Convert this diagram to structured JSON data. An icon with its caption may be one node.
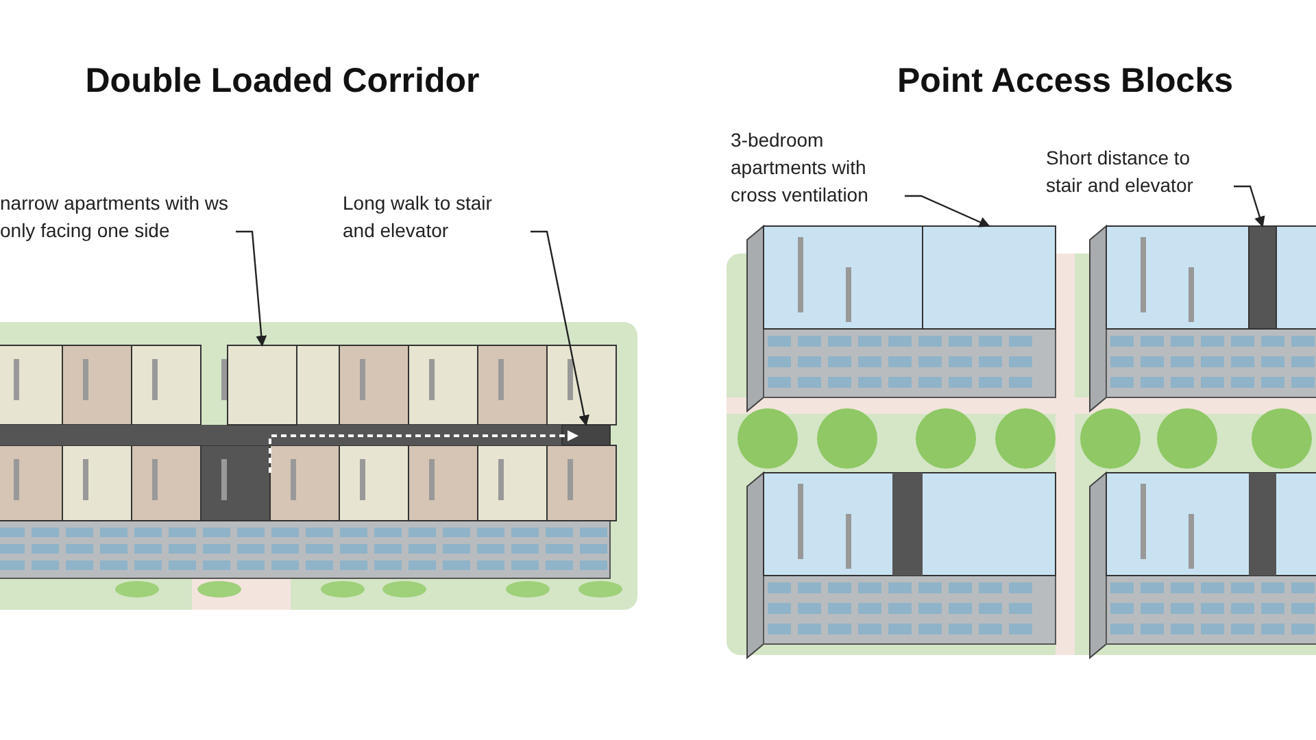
{
  "diagram": {
    "nodes": [
      {
        "text": [
          "narrow apartments with ws only facing one side"
        ]
      },
      {
        "text": [],
        "shape": "box"
      },
      {
        "text": [
          "Long walk to stair and elevator"
        ]
      },
      {
        "text": [],
        "shape": "box"
      },
      {
        "text": [
          "3-bedroom apartments with cross ventilation"
        ]
      },
      {
        "text": [],
        "shape": "box"
      },
      {
        "text": [
          "Short distance to stair and elevator"
        ]
      },
      {
        "text": [],
        "shape": "box"
      }
    ],
    "edges": [
      {
        "from": 0,
        "to": 1,
        "arrow": "to"
      },
      {
        "from": 2,
        "to": 3,
        "arrow": "to"
      },
      {
        "from": 4,
        "to": 5,
        "arrow": "to"
      },
      {
        "from": 6,
        "to": 7,
        "arrow": "to"
      }
    ],
    "labels": [
      "Double Loaded Corridor",
      "Point Access Blocks"
    ]
  }
}
